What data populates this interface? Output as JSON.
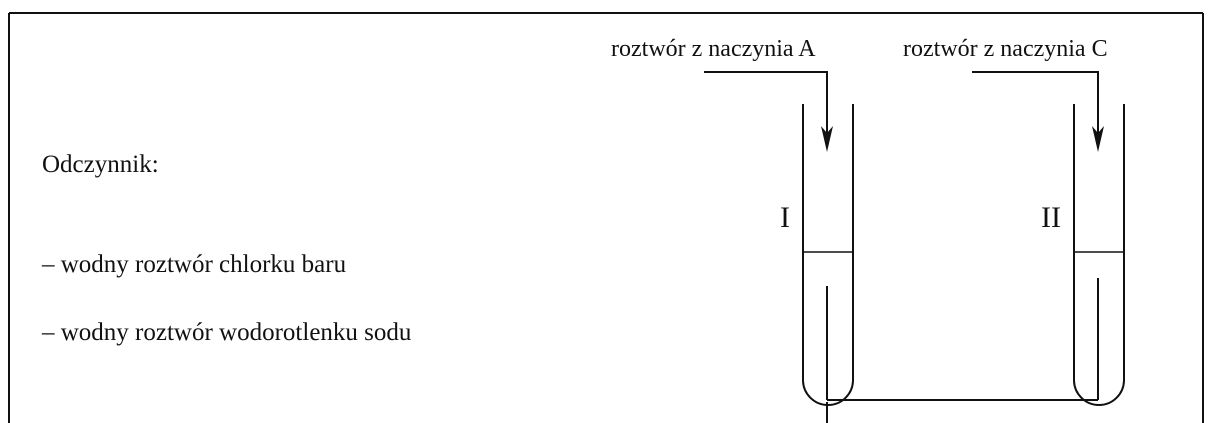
{
  "reagent_title": "Odczynnik:",
  "reagents": [
    "– wodny roztwór chlorku baru",
    "– wodny roztwór wodorotlenku sodu"
  ],
  "tubes": [
    {
      "label": "I",
      "inlet_label": "roztwór z naczynia A"
    },
    {
      "label": "II",
      "inlet_label": "roztwór z naczynia C"
    }
  ]
}
